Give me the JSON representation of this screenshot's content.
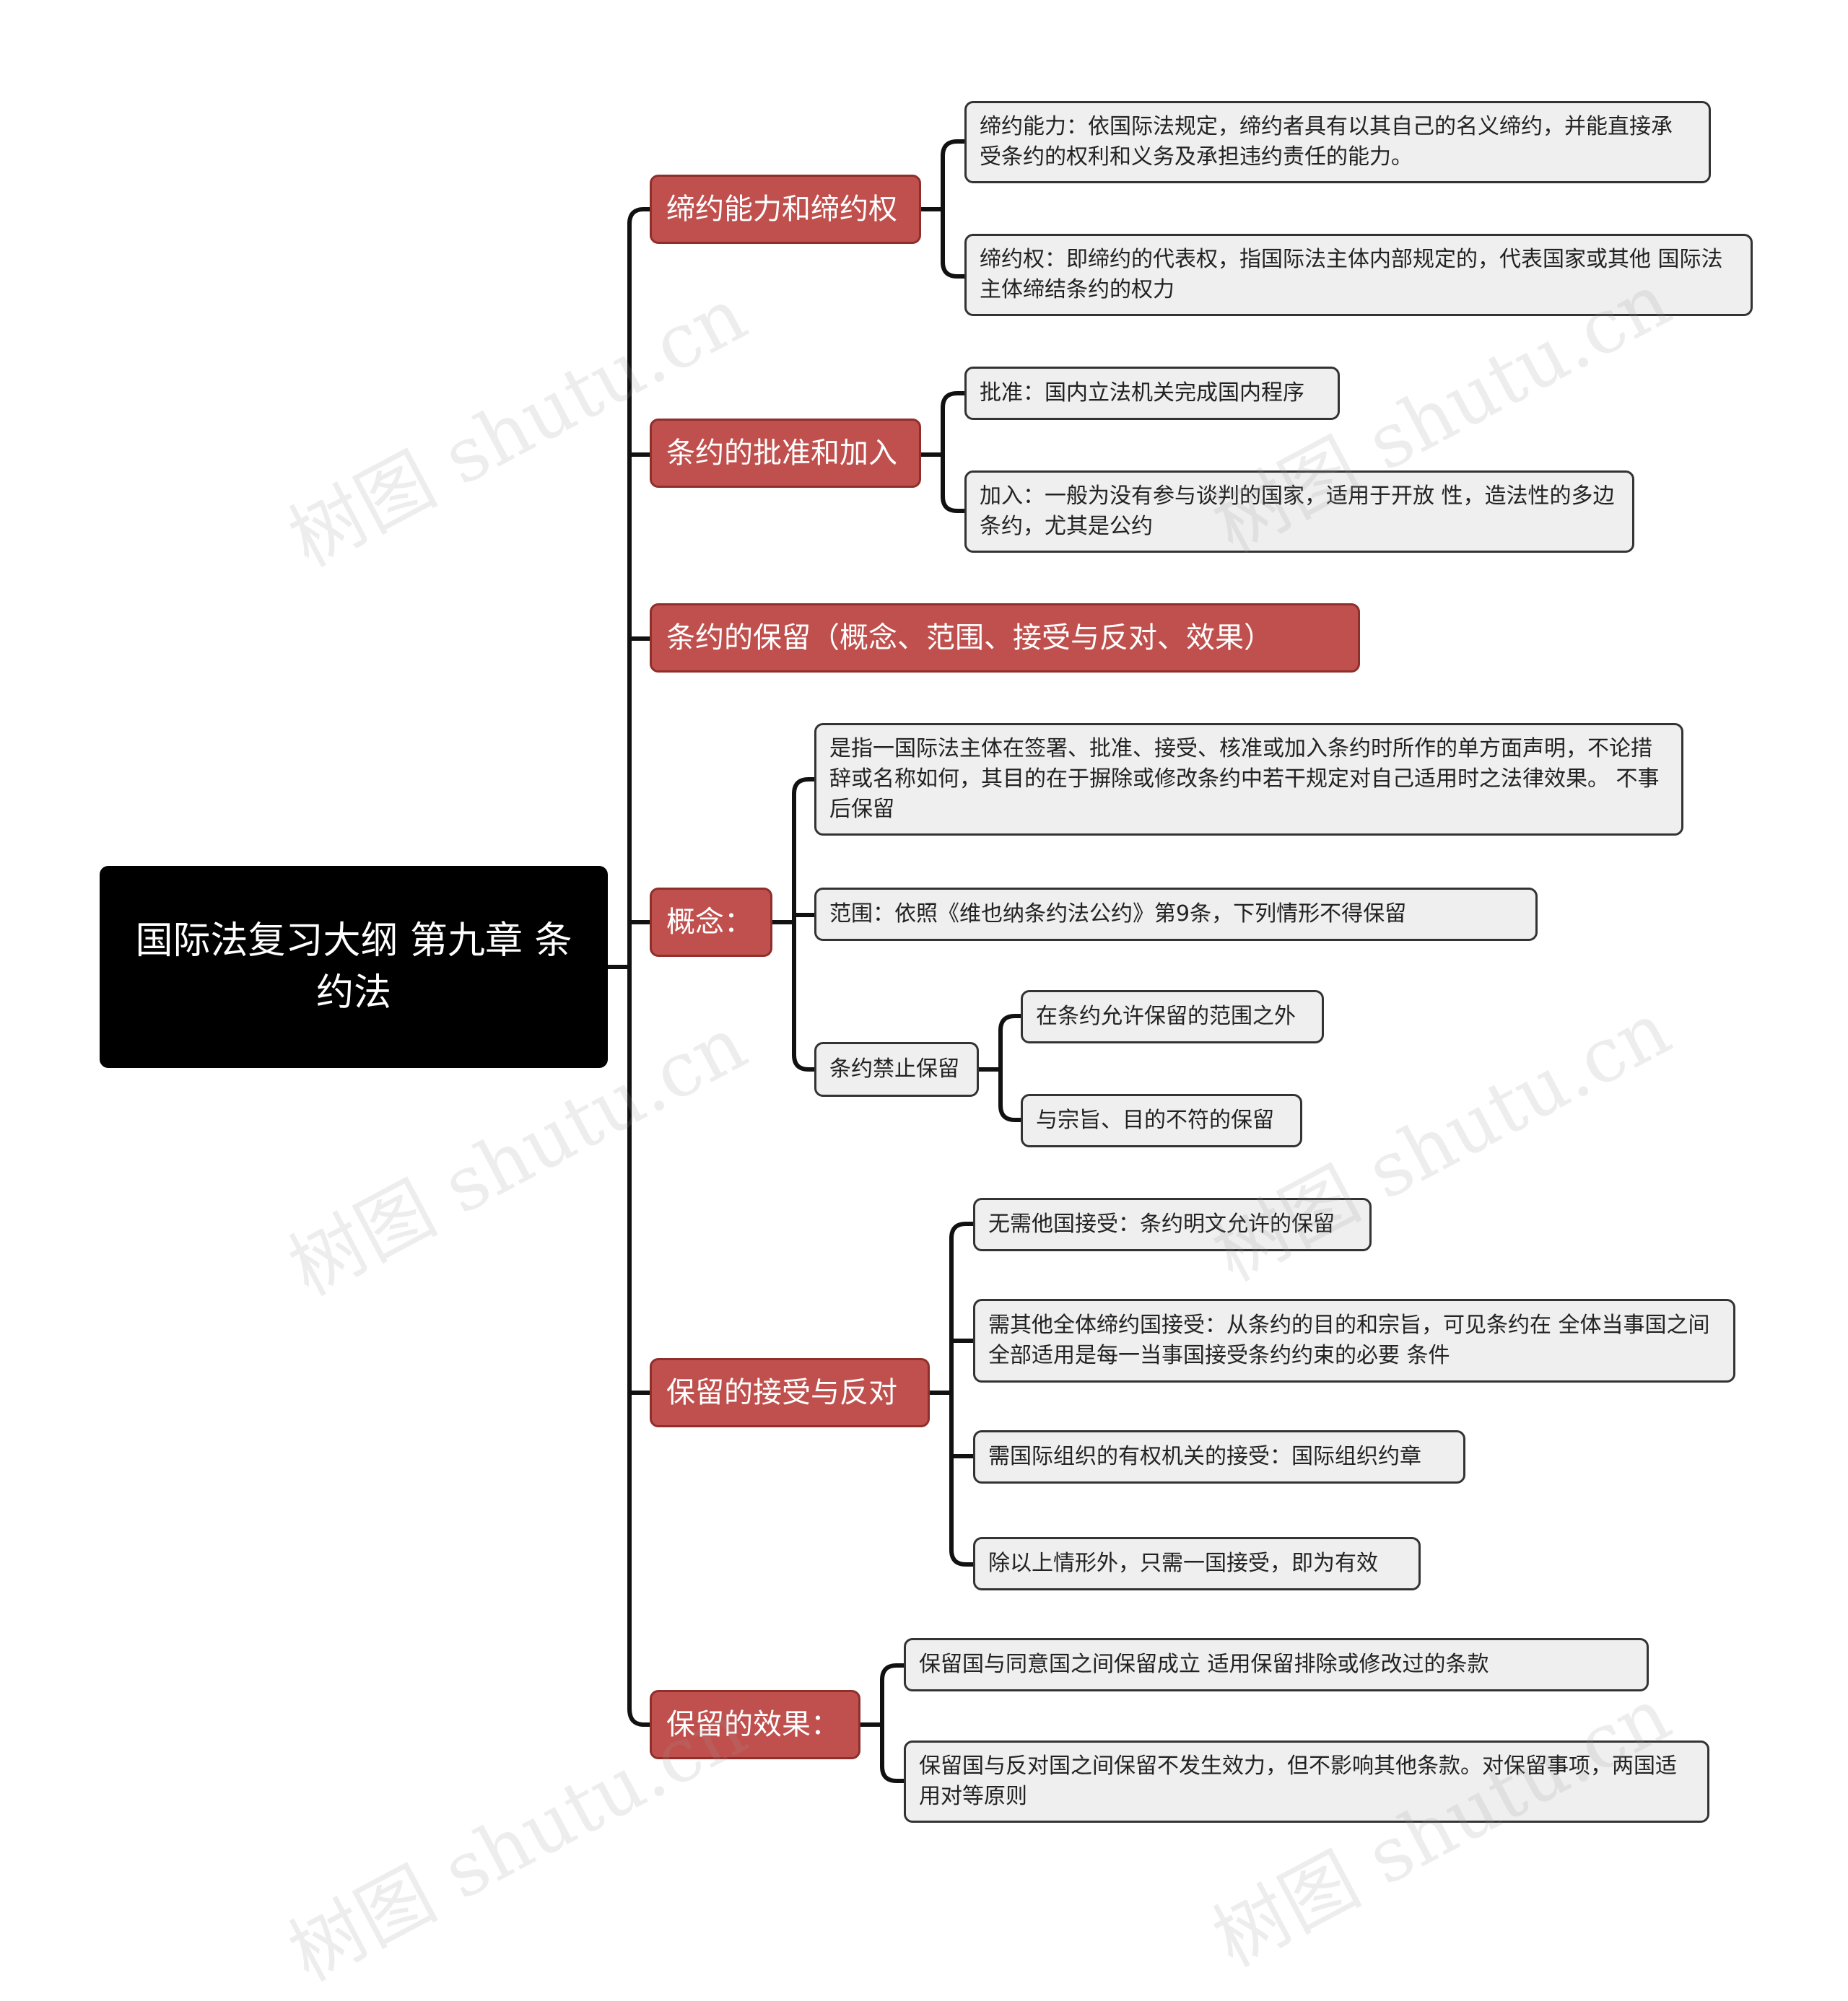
{
  "root": {
    "title": "国际法复习大纲  第九章 条约法"
  },
  "branches": [
    {
      "label": "缔约能力和缔约权",
      "children": [
        {
          "text": "缔约能力：依国际法规定，缔约者具有以其自己的名义缔约，并能直接承 受条约的权利和义务及承担违约责任的能力。"
        },
        {
          "text": "缔约权：即缔约的代表权，指国际法主体内部规定的，代表国家或其他 国际法主体缔结条约的权力"
        }
      ]
    },
    {
      "label": "条约的批准和加入",
      "children": [
        {
          "text": "批准：国内立法机关完成国内程序"
        },
        {
          "text": "加入：一般为没有参与谈判的国家，适用于开放 性，造法性的多边条约，尤其是公约"
        }
      ]
    },
    {
      "label": "条约的保留（概念、范围、接受与反对、效果）",
      "children": []
    },
    {
      "label": "概念：",
      "children": [
        {
          "text": "是指一国际法主体在签署、批准、接受、核准或加入条约时所作的单方面声明，不论措辞或名称如何，其目的在于摒除或修改条约中若干规定对自己适用时之法律效果。 不事后保留"
        },
        {
          "text": "范围：依照《维也纳条约法公约》第9条，下列情形不得保留"
        },
        {
          "text": "条约禁止保留",
          "children": [
            {
              "text": "在条约允许保留的范围之外"
            },
            {
              "text": "与宗旨、目的不符的保留"
            }
          ]
        }
      ]
    },
    {
      "label": "保留的接受与反对",
      "children": [
        {
          "text": "无需他国接受：条约明文允许的保留"
        },
        {
          "text": "需其他全体缔约国接受：从条约的目的和宗旨，可见条约在 全体当事国之间全部适用是每一当事国接受条约约束的必要 条件"
        },
        {
          "text": "需国际组织的有权机关的接受：国际组织约章"
        },
        {
          "text": "除以上情形外，只需一国接受，即为有效"
        }
      ]
    },
    {
      "label": "保留的效果：",
      "children": [
        {
          "text": "保留国与同意国之间保留成立 适用保留排除或修改过的条款"
        },
        {
          "text": "保留国与反对国之间保留不发生效力，但不影响其他条款。对保留事项，两国适用对等原则"
        }
      ]
    }
  ],
  "watermark": "树图 shutu.cn"
}
